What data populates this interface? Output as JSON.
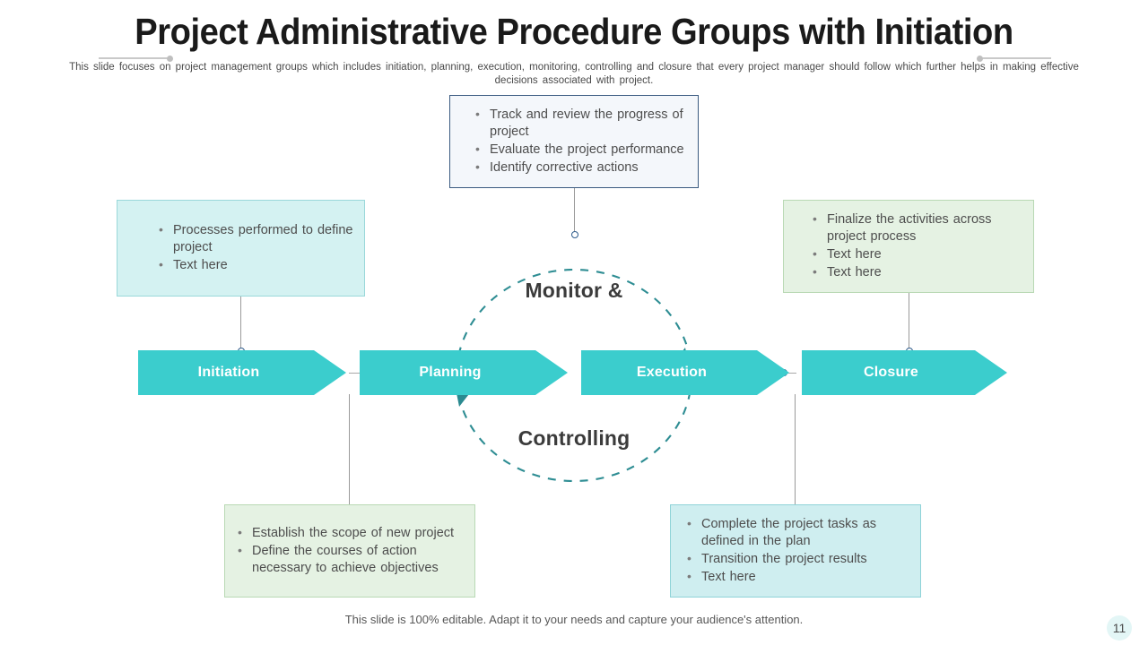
{
  "slide": {
    "title": "Project Administrative Procedure Groups with Initiation",
    "subtitle": "This slide focuses on project management groups which includes initiation, planning, execution, monitoring, controlling and closure that every project manager should follow which further helps in making effective decisions associated with project.",
    "footer": "This slide is 100% editable. Adapt it to your needs and capture your audience's attention.",
    "page_number": "11"
  },
  "colors": {
    "chevron_fill": "#3bcdcd",
    "chevron_label": "#ffffff",
    "cycle_stroke": "#2e8d93",
    "callout_blue_border": "#3a5a80",
    "callout_blue_fill": "#f4f7fb",
    "callout_cyan_fill": "#d4f2f2",
    "callout_green_fill": "#e5f2e3",
    "callout_teal_fill": "#cfeef0",
    "title_text": "#1a1a1a",
    "body_text": "#4d4d4d"
  },
  "process": {
    "steps": [
      {
        "id": "initiation",
        "label": "Initiation"
      },
      {
        "id": "planning",
        "label": "Planning"
      },
      {
        "id": "execution",
        "label": "Execution"
      },
      {
        "id": "closure",
        "label": "Closure"
      }
    ]
  },
  "cycle": {
    "top_label": "Monitor &",
    "bottom_label": "Controlling"
  },
  "callouts": {
    "monitor": {
      "bullets": [
        "Track and review the progress of project",
        "Evaluate the project performance",
        "Identify corrective actions"
      ]
    },
    "initiation": {
      "bullets": [
        "Processes performed to define project",
        "Text here"
      ]
    },
    "closure": {
      "bullets": [
        "Finalize the activities across project process",
        "Text here",
        "Text here"
      ]
    },
    "planning": {
      "bullets": [
        "Establish the scope of new project",
        "Define the courses of action necessary to achieve objectives"
      ]
    },
    "execution": {
      "bullets": [
        "Complete the project tasks as defined in the plan",
        "Transition the project results",
        "Text here"
      ]
    }
  }
}
